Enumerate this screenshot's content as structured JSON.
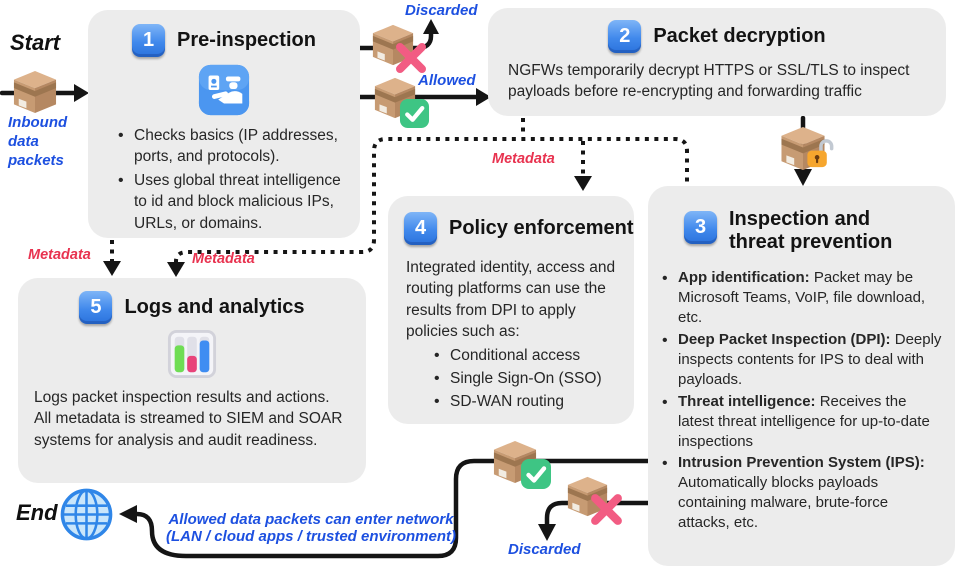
{
  "colors": {
    "box_bg": "#ececec",
    "blue_label": "#1d50e0",
    "red_label": "#e83350",
    "line": "#151515",
    "keycap_blue": "#4189ec"
  },
  "start": {
    "label": "Start",
    "inbound_caption": "Inbound data packets"
  },
  "end": {
    "label": "End",
    "caption_line1": "Allowed data packets can enter network",
    "caption_line2": "(LAN / cloud apps / trusted environment)"
  },
  "flow_labels": {
    "discarded_top": "Discarded",
    "allowed_top": "Allowed",
    "metadata_left": "Metadata",
    "metadata_mid": "Metadata",
    "metadata_right": "Metadata",
    "discarded_bottom": "Discarded"
  },
  "boxes": {
    "pre_inspection": {
      "number": "1",
      "title": "Pre-inspection",
      "icon": "customs-officer-emoji",
      "bullets": [
        "Checks basics (IP addresses, ports, and protocols).",
        "Uses global threat intelligence to id and block malicious IPs, URLs, or domains."
      ]
    },
    "packet_decryption": {
      "number": "2",
      "title": "Packet decryption",
      "body": "NGFWs temporarily decrypt HTTPS or SSL/TLS to inspect payloads before re-encrypting and forwarding traffic"
    },
    "inspection_threat_prevention": {
      "number": "3",
      "title": "Inspection and threat prevention",
      "bullets": [
        {
          "bold": "App identification:",
          "text": " Packet may be Microsoft Teams, VoIP, file download, etc."
        },
        {
          "bold": "Deep Packet Inspection (DPI):",
          "text": " Deeply inspects contents for IPS to deal with payloads."
        },
        {
          "bold": "Threat intelligence:",
          "text": " Receives the latest threat intelligence for up-to-date inspections"
        },
        {
          "bold": "Intrusion Prevention System (IPS):",
          "text": " Automatically blocks payloads containing malware, brute-force attacks, etc."
        }
      ]
    },
    "policy_enforcement": {
      "number": "4",
      "title": "Policy enforcement",
      "body": "Integrated identity, access and routing platforms can use the results from DPI to apply policies such as:",
      "sub_bullets": [
        "Conditional access",
        "Single Sign-On (SSO)",
        "SD-WAN routing"
      ]
    },
    "logs_analytics": {
      "number": "5",
      "title": "Logs and analytics",
      "icon": "bar-chart-emoji",
      "body": "Logs packet inspection results and actions. All metadata is streamed to SIEM and SOAR systems for analysis and audit readiness."
    }
  }
}
